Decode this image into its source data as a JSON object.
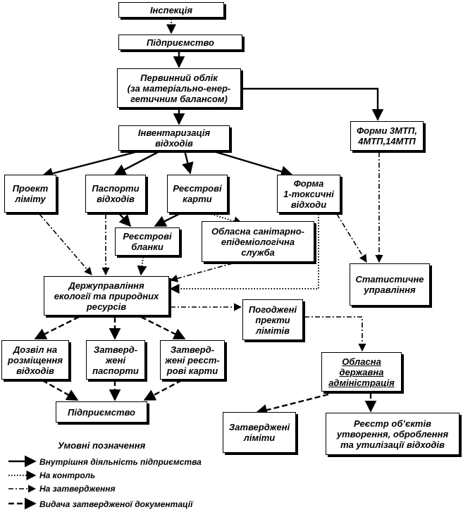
{
  "nodes": {
    "inspection": "Інспекція",
    "enterprise_top": "Підприємство",
    "primary_accounting": "Первинний облік\n(за матеріально-енер-\nгетичним балансом)",
    "inventory": "Інвентаризація\nвідходів",
    "forms_3mtp": "Форми 3МТП,\n4МТП,14МТП",
    "limit_project": "Проект\nліміту",
    "waste_passports": "Паспорти\nвідходів",
    "register_cards": "Реєстрові\nкарти",
    "form_1toxic": "Форма\n1-токсичні\nвідходи",
    "register_blanks": "Реєстрові\nбланки",
    "sanitary_service": "Обласна санітарно-\nепідеміологічна\nслужба",
    "ecology_dept": "Держуправління\nекології та природних\nресурсів",
    "statistics": "Статистичне\nуправління",
    "agreed_limits": "Погоджені\nпректи\nлімітів",
    "permit": "Дозвіл на\nрозміщення\nвідходів",
    "approved_passports": "Затверд-\nжені\nпаспорти",
    "approved_cards": "Затверд-\nжені реєст-\nрові карти",
    "regional_admin": "Обласна\nдержавна\nадміністрація",
    "enterprise_bottom": "Підприємство",
    "approved_limits": "Затверджені\nліміти",
    "registry": "Реєстр об’єктів\nутворення, оброблення\nта утилізації відходів"
  },
  "legend": {
    "title": "Умовні позначення",
    "items": [
      {
        "style": "solid",
        "label": "Внутрішня діяльність підприємства"
      },
      {
        "style": "dotted",
        "label": "На контроль"
      },
      {
        "style": "dashdot",
        "label": "На затвердження"
      },
      {
        "style": "dashed",
        "label": "Видача затвердженої документації"
      }
    ]
  },
  "colors": {
    "line": "#000000",
    "background": "#ffffff"
  }
}
